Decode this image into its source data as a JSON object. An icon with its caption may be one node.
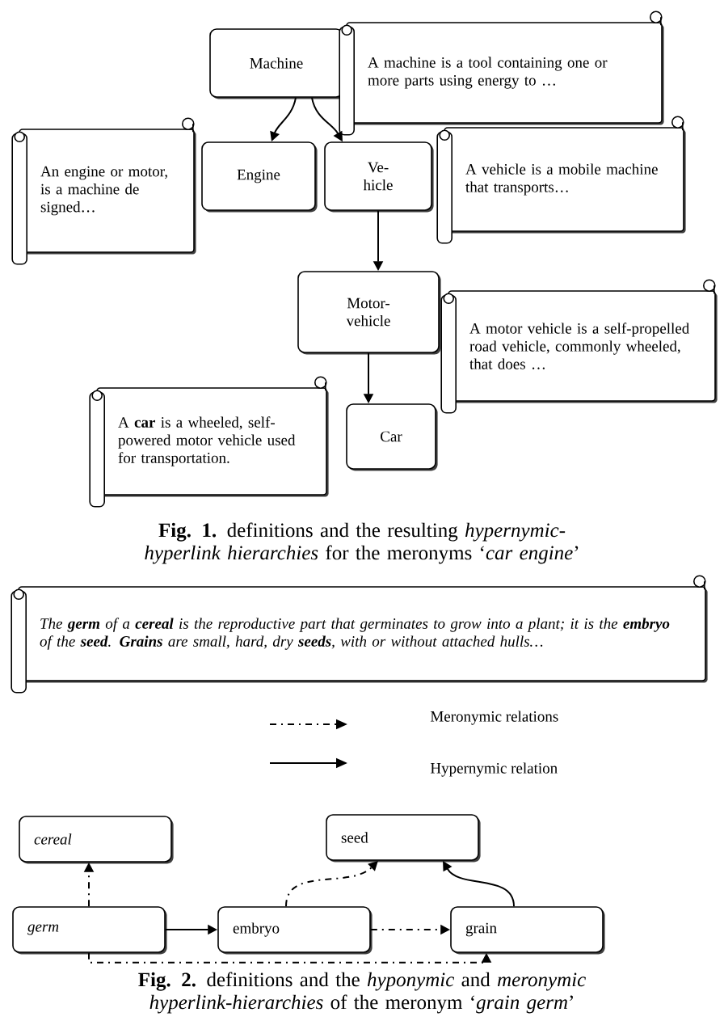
{
  "diagram": {
    "nodes": [
      {
        "text": [
          "Machine"
        ]
      },
      {
        "text": [
          "A machine is a tool containing one or more parts using energy to …"
        ]
      },
      {
        "text": [
          "An engine or motor, is a machine de signed…"
        ]
      },
      {
        "text": [
          "Engine"
        ]
      },
      {
        "text": [
          "Ve- hicle"
        ]
      },
      {
        "text": [
          "A vehicle is a mobile machine that transports…"
        ]
      },
      {
        "text": [
          "Motor- vehicle"
        ]
      },
      {
        "text": [
          "A motor vehicle is a self-propelled road vehicle, commonly wheeled, that does …"
        ]
      },
      {
        "text": [
          "A **car** is a wheeled, self-powered motor vehicle used for transportation."
        ]
      },
      {
        "text": [
          "Car"
        ]
      },
      {
        "text": [
          "The **germ** of a **cereal** is the reproductive part that germinates to grow into a plant; it is the **embryo** of the **seed**. **Grains** are small, hard, dry **seeds**, with or without attached hulls…"
        ]
      },
      {
        "text": [
          "cereal"
        ]
      },
      {
        "text": [
          "seed"
        ]
      },
      {
        "text": [
          "germ"
        ]
      },
      {
        "text": [
          "embryo"
        ]
      },
      {
        "text": [
          "grain"
        ]
      }
    ],
    "edges": [
      {
        "from": 0,
        "to": 3,
        "arrow": "to"
      },
      {
        "from": 0,
        "to": 4,
        "arrow": "to"
      },
      {
        "from": 4,
        "to": 6,
        "arrow": "to"
      },
      {
        "from": 6,
        "to": 9,
        "arrow": "to"
      },
      {
        "from": 13,
        "to": 11,
        "arrow": "to",
        "style": "dashed"
      },
      {
        "from": 13,
        "to": 14,
        "arrow": "to"
      },
      {
        "from": 14,
        "to": 12,
        "arrow": "to",
        "style": "dashed"
      },
      {
        "from": 14,
        "to": 15,
        "arrow": "to",
        "style": "dashed"
      },
      {
        "from": 13,
        "to": 15,
        "arrow": "to",
        "style": "dashed"
      },
      {
        "from": 15,
        "to": 12,
        "arrow": "to"
      }
    ],
    "labels": [
      "**Fig. 1.** definitions and the resulting *hypernymic-hyperlink hierarchies* for the meronyms ‘*car engine*’",
      "**Fig. 2.** definitions and the *hyponymic* and *meronymic hyperlink-hierarchies* of the meronym ‘*grain germ*’"
    ],
    "legend": [
      {
        "text": "Meronymic relations"
      },
      {
        "text": "Hypernymic relation"
      }
    ]
  }
}
